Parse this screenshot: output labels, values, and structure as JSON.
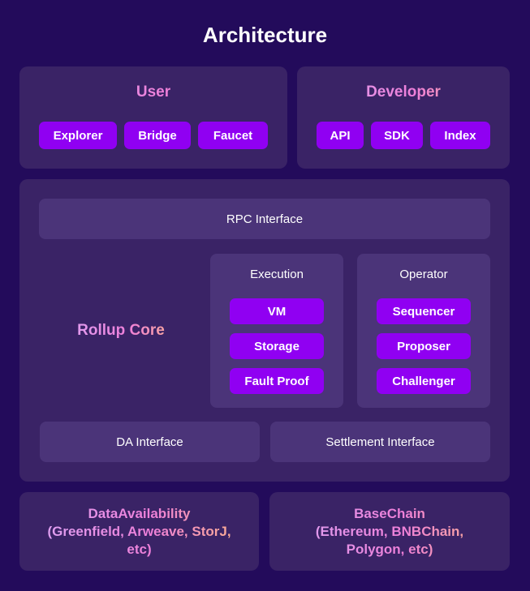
{
  "title": "Architecture",
  "user": {
    "heading": "User",
    "items": [
      "Explorer",
      "Bridge",
      "Faucet"
    ]
  },
  "developer": {
    "heading": "Developer",
    "items": [
      "API",
      "SDK",
      "Index"
    ]
  },
  "core": {
    "heading": "Rollup Core",
    "rpc": "RPC Interface",
    "execution": {
      "heading": "Execution",
      "items": [
        "VM",
        "Storage",
        "Fault Proof"
      ]
    },
    "operator": {
      "heading": "Operator",
      "items": [
        "Sequencer",
        "Proposer",
        "Challenger"
      ]
    },
    "da": "DA Interface",
    "settlement": "Settlement Interface"
  },
  "data_availability": {
    "line1": "DataAvailability",
    "line2": "(Greenfield, Arweave, StorJ,",
    "line3": "etc)"
  },
  "base_chain": {
    "line1": "BaseChain",
    "line2": "(Ethereum, BNBChain,",
    "line3": "Polygon, etc)"
  }
}
